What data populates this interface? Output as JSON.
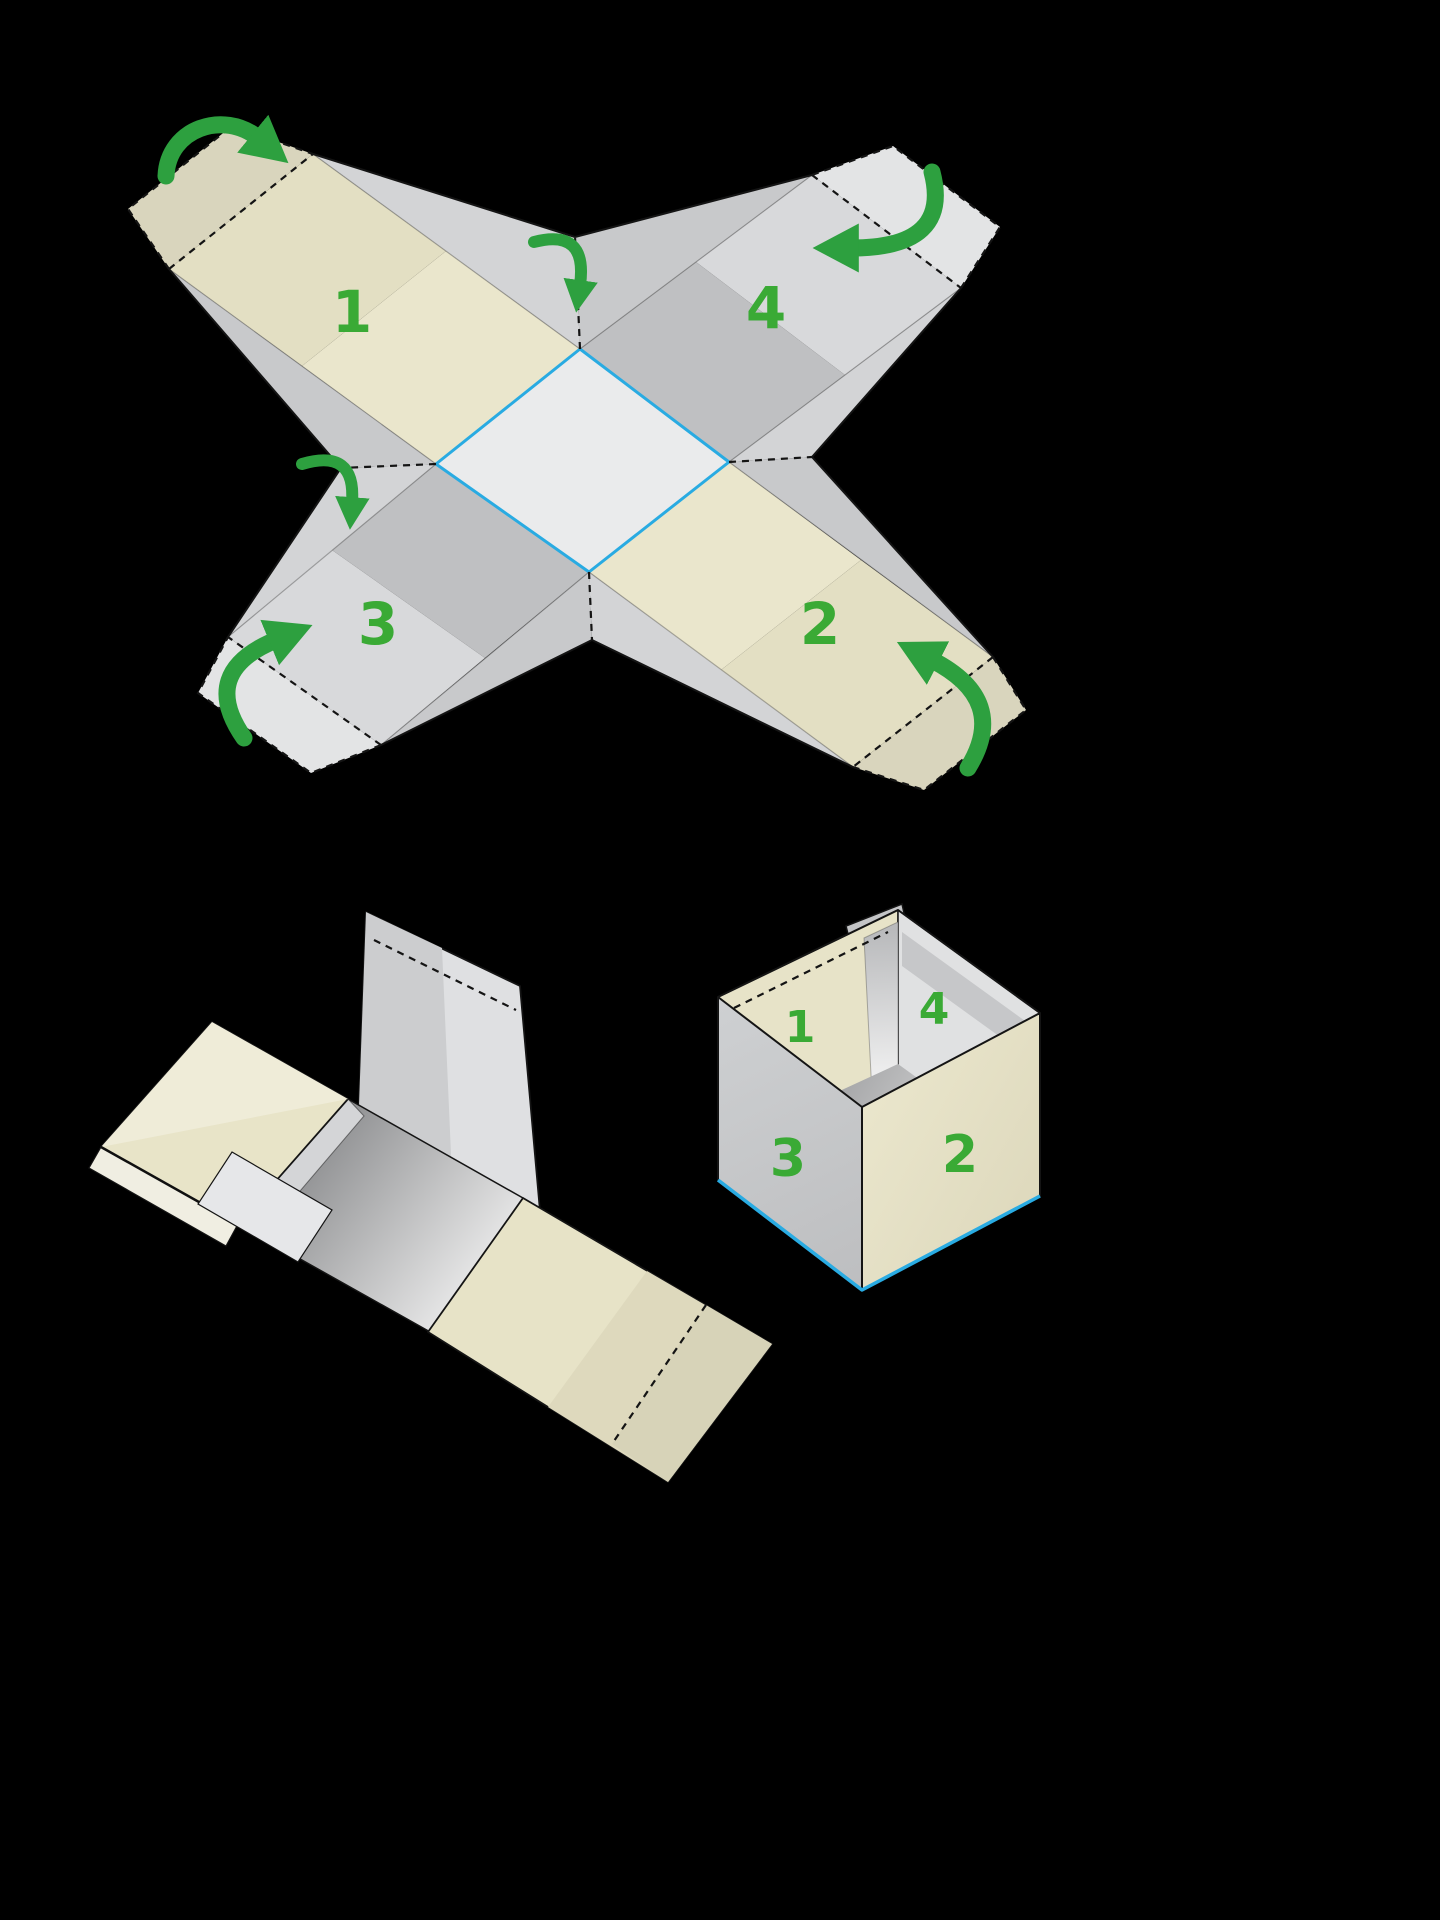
{
  "page": {
    "background": "#000000"
  },
  "colors": {
    "accent_green": "#2da03f",
    "label_green": "#3aaa35",
    "edge_cyan": "#29abe2",
    "panel_beige": "#e7e3c8",
    "panel_beige_dark": "#ded9bd",
    "panel_gray": "#c9cacc",
    "panel_gray_light": "#dfe0e2",
    "outline_black": "#141414"
  },
  "unfolded_template": {
    "panels": [
      {
        "label": "1"
      },
      {
        "label": "2"
      },
      {
        "label": "3"
      },
      {
        "label": "4"
      }
    ]
  },
  "assembled_box": {
    "faces": [
      {
        "label": "1"
      },
      {
        "label": "2"
      },
      {
        "label": "3"
      },
      {
        "label": "4"
      }
    ]
  }
}
